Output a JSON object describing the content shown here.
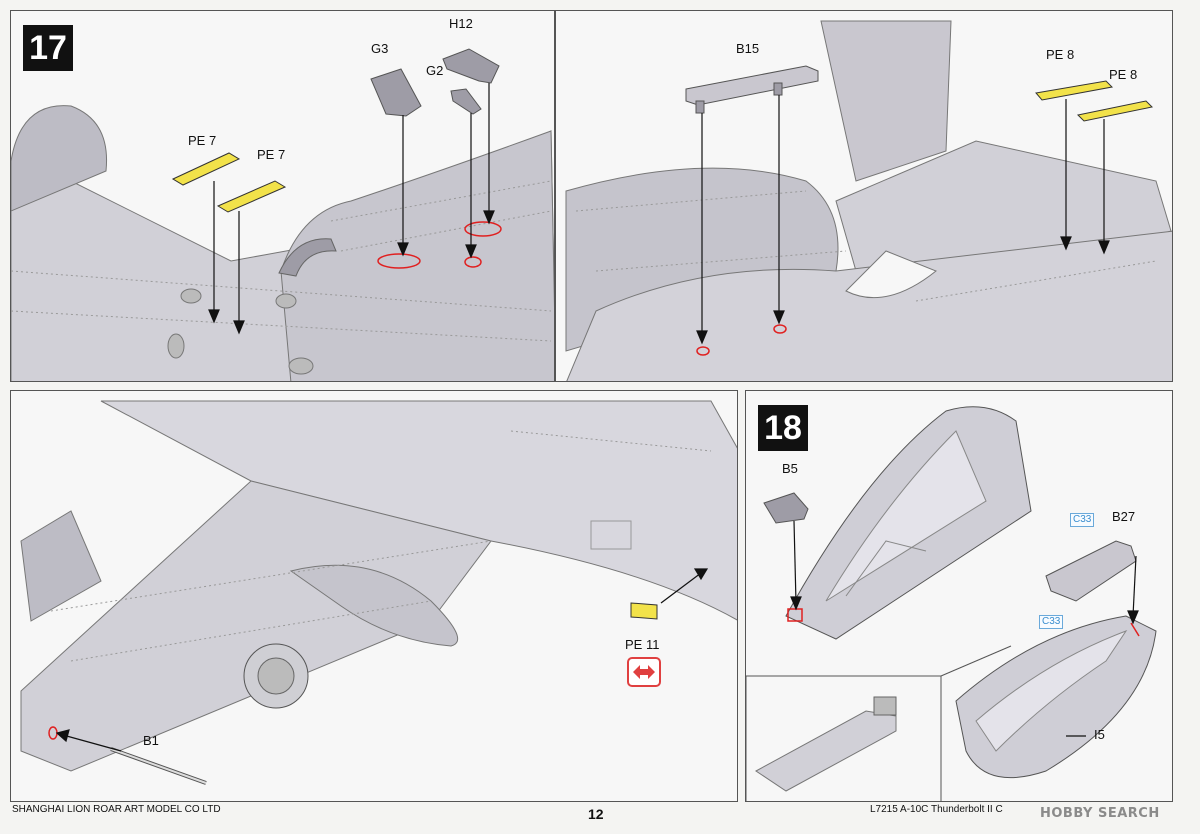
{
  "steps": {
    "step17": "17",
    "step18": "18"
  },
  "panel1": {
    "labels": {
      "g3": "G3",
      "h12": "H12",
      "g2": "G2",
      "pe7a": "PE 7",
      "pe7b": "PE 7"
    }
  },
  "panel2": {
    "labels": {
      "b15": "B15",
      "pe8a": "PE 8",
      "pe8b": "PE 8"
    }
  },
  "panel3": {
    "labels": {
      "pe11": "PE 11",
      "b1": "B1"
    }
  },
  "panel4": {
    "labels": {
      "b5": "B5",
      "c33a": "C33",
      "b27": "B27",
      "c33b": "C33",
      "i5": "I5"
    }
  },
  "footer": {
    "company": "SHANGHAI LION ROAR ART MODEL CO LTD",
    "page": "12",
    "product": "L7215 A-10C Thunderbolt II C",
    "watermark": "HOBBY SEARCH"
  },
  "colors": {
    "part_fill": "#c9c7cf",
    "part_dark": "#9e9ca6",
    "photo_etch": "#f2e24a",
    "highlight_red": "#e02020",
    "clear_blue": "#3a8ecf"
  }
}
